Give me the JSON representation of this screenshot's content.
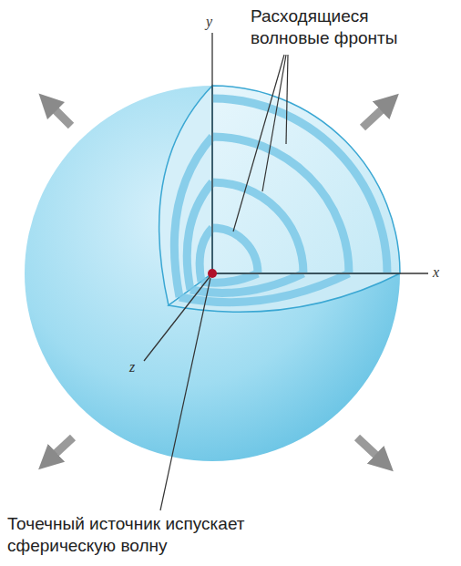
{
  "diagram": {
    "labels": [
      "Расходящиеся волновые фронты",
      "y",
      "x",
      "z",
      "Точечный источник испускает сферическую волну"
    ]
  }
}
